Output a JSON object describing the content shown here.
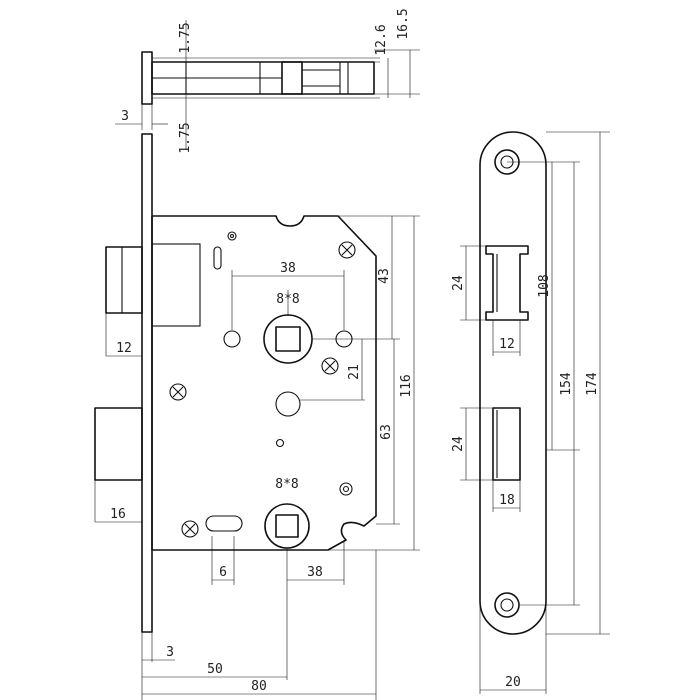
{
  "top_view": {
    "dim_flange_top": "1.75",
    "dim_flange_bottom": "1.75",
    "dim_left_thickness": "3",
    "dim_body_height": "12.6",
    "dim_total_height": "16.5"
  },
  "main_view": {
    "dim_latch_width": "12",
    "dim_spindle_spacing": "38",
    "dim_spindle_square": "8*8",
    "dim_top_to_spindle": "43",
    "dim_spindle_offset": "21",
    "dim_total_height": "116",
    "dim_spindle_to_key": "63",
    "dim_bolt_width": "16",
    "dim_key_square": "8*8",
    "dim_slot": "6",
    "dim_key_spacing": "38",
    "dim_faceplate_thickness": "3",
    "dim_backset": "50",
    "dim_total_depth": "80"
  },
  "strike_view": {
    "dim_latch_hole_height": "24",
    "dim_latch_hole_width": "12",
    "dim_hole_spacing": "108",
    "dim_bolt_hole_height": "24",
    "dim_bolt_hole_width": "18",
    "dim_latch_to_screw": "154",
    "dim_plate_height": "174",
    "dim_plate_width": "20"
  }
}
